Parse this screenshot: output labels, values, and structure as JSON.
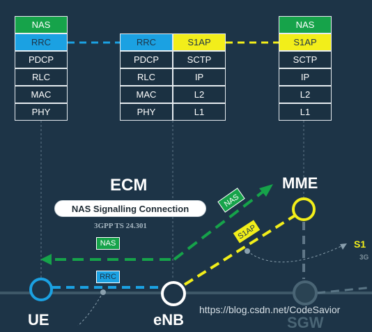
{
  "stacks": {
    "ue": [
      "NAS",
      "RRC",
      "PDCP",
      "RLC",
      "MAC",
      "PHY"
    ],
    "enb_left": [
      "RRC",
      "PDCP",
      "RLC",
      "MAC",
      "PHY"
    ],
    "enb_right": [
      "S1AP",
      "SCTP",
      "IP",
      "L2",
      "L1"
    ],
    "mme": [
      "NAS",
      "S1AP",
      "SCTP",
      "IP",
      "L2",
      "L1"
    ]
  },
  "labels": {
    "ecm": "ECM",
    "nas_signalling": "NAS Signalling Connection",
    "spec": "3GPP TS 24.301",
    "mme": "MME",
    "ue": "UE",
    "enb": "eNB",
    "sgw": "SGW",
    "s1": "S1",
    "s1_sub": "3G",
    "tag_nas_green": "NAS",
    "tag_nas_slanted": "NAS",
    "tag_s1ap": "S1AP",
    "tag_rrc": "RRC",
    "watermark": "https://blog.csdn.net/CodeSavior"
  },
  "colors": {
    "background": "#1d3447",
    "nas_green": "#16a34a",
    "rrc_blue": "#1ba1e2",
    "s1ap_yellow": "#f2ee1a",
    "dark_cell": "#1b3142"
  }
}
